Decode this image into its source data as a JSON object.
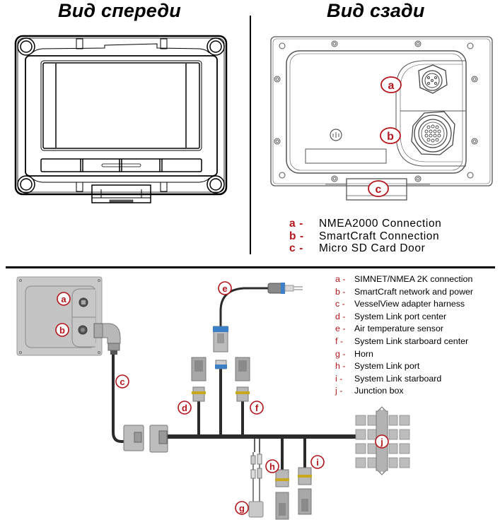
{
  "titles": {
    "front": "Вид спереди",
    "rear": "Вид сзади"
  },
  "colors": {
    "callout_red": "#b3161c",
    "cable_dark": "#2b2b2b",
    "panel_gray": "#c9c9c9",
    "connector_blue": "#3a7fc8",
    "connector_yellow": "#c8a81e"
  },
  "rear_callouts": [
    "a",
    "b",
    "c"
  ],
  "legend_top": [
    {
      "key": "a -",
      "label": "NMEA2000 Connection"
    },
    {
      "key": "b -",
      "label": "SmartCraft Connection"
    },
    {
      "key": "c -",
      "label": "Micro SD Card Door"
    }
  ],
  "wiring_callouts": [
    "a",
    "b",
    "c",
    "d",
    "e",
    "f",
    "g",
    "h",
    "i",
    "j"
  ],
  "legend_bottom": [
    {
      "key": "a -",
      "label": "SIMNET/NMEA 2K connection"
    },
    {
      "key": "b -",
      "label": "SmartCraft network and power"
    },
    {
      "key": "c -",
      "label": "VesselView adapter harness"
    },
    {
      "key": "d -",
      "label": "System Link port center"
    },
    {
      "key": "e -",
      "label": "Air temperature sensor"
    },
    {
      "key": "f -",
      "label": "System Link starboard center"
    },
    {
      "key": "g -",
      "label": "Horn"
    },
    {
      "key": "h -",
      "label": "System Link port"
    },
    {
      "key": "i -",
      "label": "System Link starboard"
    },
    {
      "key": "j -",
      "label": "Junction box"
    }
  ]
}
